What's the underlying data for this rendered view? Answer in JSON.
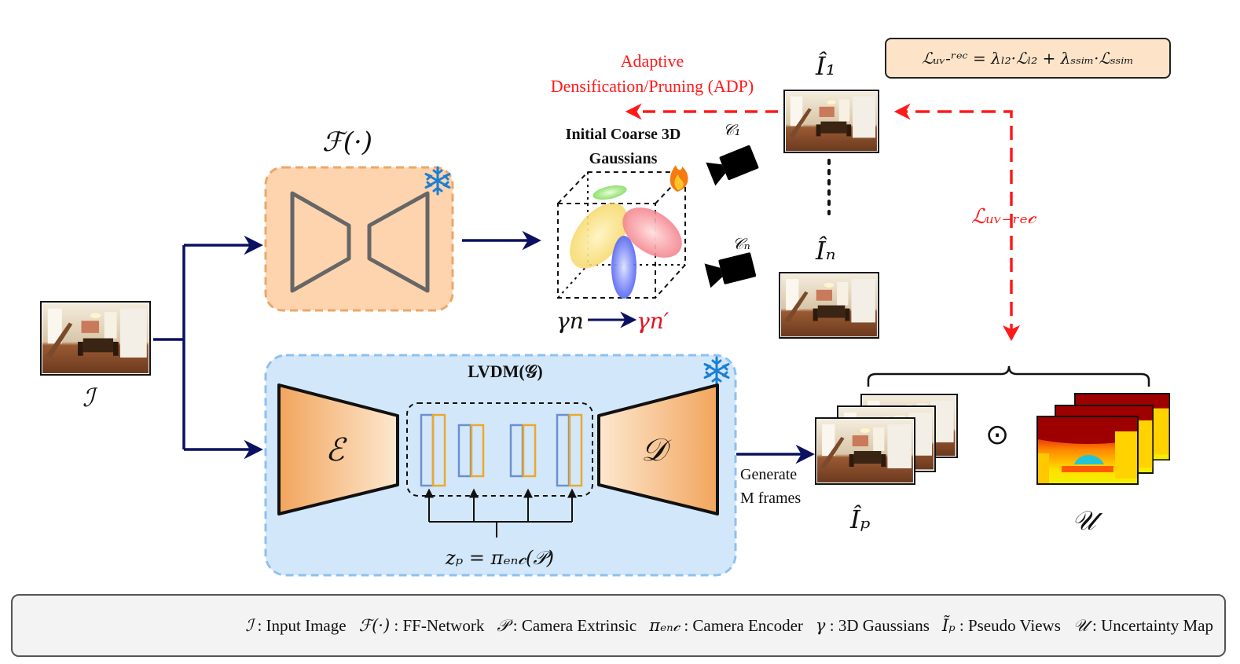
{
  "ff_network": {
    "symbol": "ℱ(·)"
  },
  "gaussians": {
    "title_line1": "Initial Coarse 3D",
    "title_line2": "Gaussians",
    "gamma_left": "γn",
    "gamma_right": "γn′"
  },
  "adp": {
    "line1": "Adaptive",
    "line2": "Densification/Pruning (ADP)",
    "color": "#ff1a1a"
  },
  "cameras": {
    "c1": "𝒞₁",
    "cn": "𝒞ₙ"
  },
  "renders": {
    "i1": "Î₁",
    "in": "Îₙ"
  },
  "loss": {
    "formula": "ℒᵤᵥ-ʳᵉᶜ = λₗ₂·ℒₗ₂ + λₛₛᵢₘ·ℒₛₛᵢₘ",
    "arrow_label": "ℒᵤᵥ₋ᵣₑ𝒸"
  },
  "input": {
    "symbol": "ℐ"
  },
  "lvdm": {
    "title": "LVDM(𝒢)",
    "encoder": "ℰ",
    "decoder": "𝒟",
    "conditioning": "zₚ = πₑₙ𝒸(𝒫)"
  },
  "generate": {
    "line1": "Generate",
    "line2": "M frames"
  },
  "outputs": {
    "pseudo": "Îₚ",
    "odot": "⊙",
    "uncertainty": "𝒰"
  },
  "legend": {
    "items": [
      {
        "sym": "ℐ",
        "text": ": Input Image"
      },
      {
        "sym": "ℱ(·)",
        "text": ": FF-Network"
      },
      {
        "sym": "𝒫",
        "text": ": Camera Extrinsic"
      },
      {
        "sym": "πₑₙ𝒸",
        "text": ": Camera Encoder"
      },
      {
        "sym": "γ",
        "text": ": 3D Gaussians"
      },
      {
        "sym": "Ĩₚ",
        "text": ": Pseudo Views"
      },
      {
        "sym": "𝒰",
        "text": ": Uncertainty Map"
      }
    ]
  },
  "colors": {
    "arrow_navy": "#0b1060",
    "ff_fill": "#fdd4ae",
    "ff_border": "#e9a96a",
    "lvdm_fill": "#d3e7fb",
    "lvdm_border": "#8ec1ef",
    "snowflake": "#1b7fd4"
  }
}
